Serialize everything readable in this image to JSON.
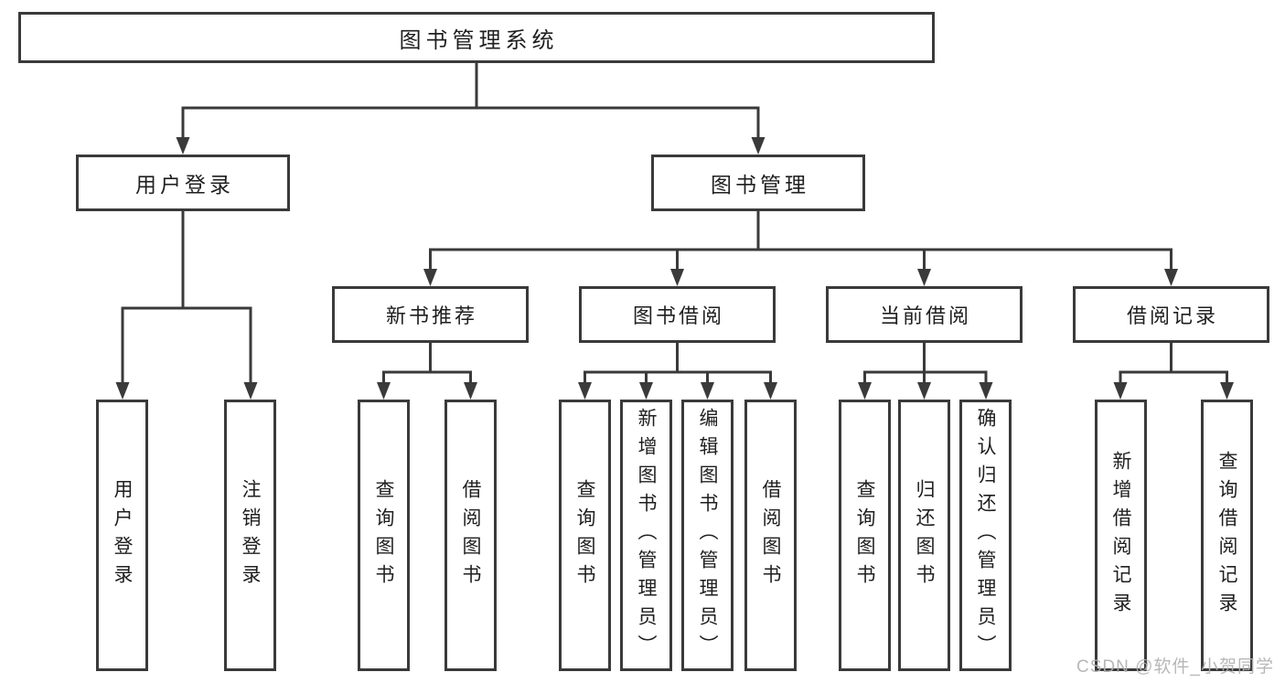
{
  "diagram": {
    "root": {
      "label": "图书管理系统"
    },
    "branches": [
      {
        "label": "用户登录",
        "children": [
          "用户登录",
          "注销登录"
        ]
      },
      {
        "label": "图书管理",
        "children": [
          {
            "label": "新书推荐",
            "children": [
              "查询图书",
              "借阅图书"
            ]
          },
          {
            "label": "图书借阅",
            "children": [
              "查询图书",
              "新增图书（管理员）",
              "编辑图书（管理员）",
              "借阅图书"
            ]
          },
          {
            "label": "当前借阅",
            "children": [
              "查询图书",
              "归还图书",
              "确认归还（管理员）"
            ]
          },
          {
            "label": "借阅记录",
            "children": [
              "新增借阅记录",
              "查询借阅记录"
            ]
          }
        ]
      }
    ]
  },
  "watermark": "CSDN @软件_小贺同学",
  "colors": {
    "line": "#3a3a3a",
    "text": "#1f1f1f",
    "background": "#ffffff",
    "watermark": "#b0b0b0"
  }
}
